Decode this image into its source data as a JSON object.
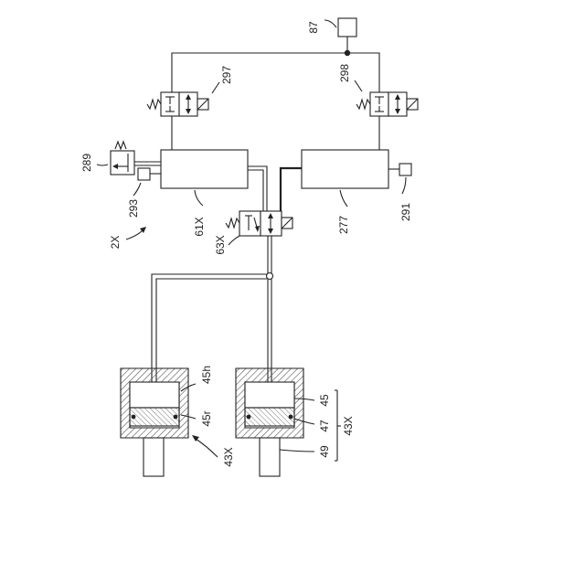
{
  "diagram": {
    "figure_label": "2X",
    "labels": {
      "sensor_87": "87",
      "valve_297": "297",
      "valve_298": "298",
      "relief_289": "289",
      "sensor_293": "293",
      "unit_61x": "61X",
      "unit_277": "277",
      "sensor_291": "291",
      "valve_63x": "63X",
      "cyl_45h": "45h",
      "cyl_45r": "45r",
      "cyl_left": "43X",
      "cyl_45": "45",
      "cyl_47": "47",
      "cyl_49": "49",
      "cyl_group": "43X"
    }
  },
  "colors": {
    "line": "#222222",
    "background": "#ffffff",
    "hatch": "#555555"
  }
}
